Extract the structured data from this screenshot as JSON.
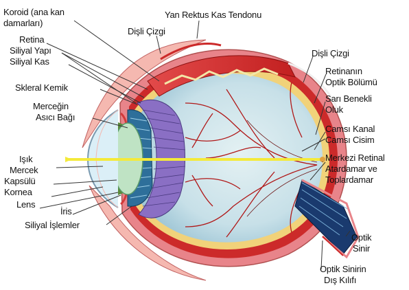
{
  "labels": {
    "koroid": "Koroid (ana kan",
    "koroid2": "damarları)",
    "yan_rektus": "Yan Rektus Kas Tendonu",
    "disli_top": "Dişli Çizgi",
    "retina": "Retina",
    "siliyal_yapi": "Siliyal Yapı",
    "siliyal_kas": "Siliyal Kas",
    "skleral": "Skleral Kemik",
    "mercegin": "Merceğin",
    "asici": "Asıcı Bağı",
    "isik": "Işık",
    "mercek": "Mercek",
    "kapsulu": "Kapsülü",
    "kornea": "Kornea",
    "lens": "Lens",
    "iris": "İris",
    "siliyal_islemler": "Siliyal İşlemler",
    "disli_right": "Dişli Çizgi",
    "retinanin": "Retinanın",
    "optik_bolumu": "Optik Bölümü",
    "sari_benekli": "Sarı Benekli",
    "oluk": "Oluk",
    "camsi_kanal": "Camsı Kanal",
    "camsi_cisim": "Camsı Cisim",
    "merkezi": "Merkezi Retinal",
    "atardamar": "Atardamar ve",
    "toplardamar": "Toplardamar",
    "optik": "Optik",
    "sinir": "Sinir",
    "optik_sinirin": "Optik Sinirin",
    "dis_kilifi": "Dış Kılıfı"
  },
  "colors": {
    "sclera": "#e8848a",
    "choroid": "#cc2a2a",
    "retina": "#f1d27a",
    "vitreous": "#cfe6ec",
    "vessel": "#b01818",
    "ciliary": "#8a6fc4",
    "lens": "#bfe3c4",
    "light_beam": "#f4ea3a",
    "nerve": "#1a3a6e"
  }
}
